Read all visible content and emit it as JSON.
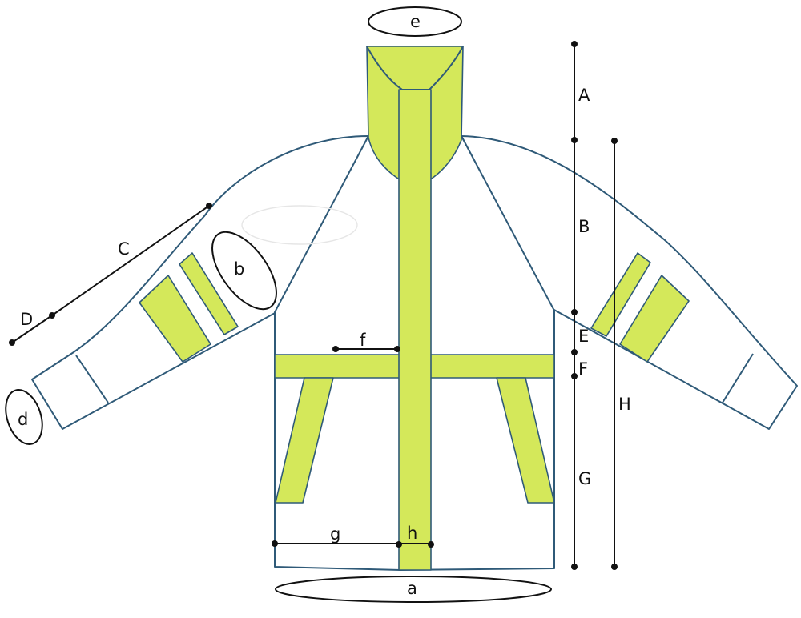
{
  "colors": {
    "outline": "#2f5a78",
    "reflective": "#d4e85a",
    "dimension": "#111111",
    "background": "#ffffff"
  },
  "labels": {
    "A": "A",
    "B": "B",
    "C": "C",
    "D": "D",
    "E": "E",
    "F": "F",
    "G": "G",
    "H": "H",
    "a": "a",
    "b": "b",
    "d": "d",
    "e": "e",
    "f": "f",
    "g": "g",
    "h": "h"
  }
}
